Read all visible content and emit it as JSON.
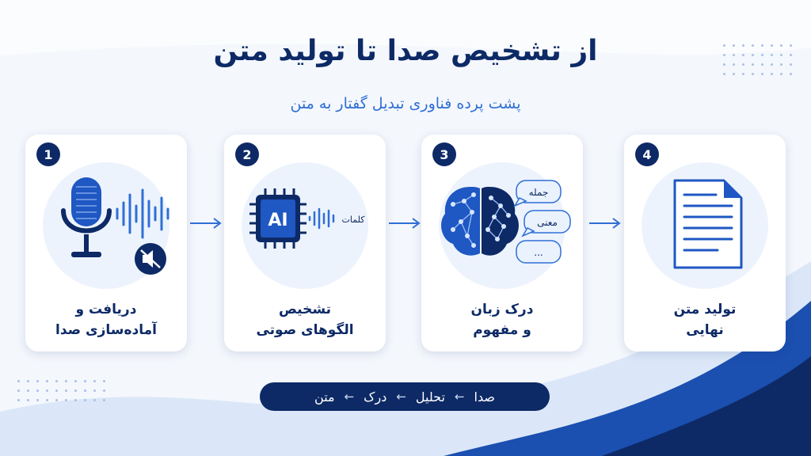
{
  "header": {
    "title": "از تشخیص صدا تا تولید متن",
    "subtitle": "پشت پرده فناوری تبدیل گفتار به متن"
  },
  "steps": [
    {
      "number": "1",
      "label_line1": "دریافت و",
      "label_line2": "آماده‌سازی صدا",
      "icon": "microphone-icon"
    },
    {
      "number": "2",
      "label_line1": "تشخیص",
      "label_line2": "الگوهای صوتی",
      "icon": "ai-chip-icon",
      "chip_text": "AI",
      "chip_caption": "کلمات"
    },
    {
      "number": "3",
      "label_line1": "درک زبان",
      "label_line2": "و مفهوم",
      "icon": "brain-icon",
      "bubbles": [
        "جمله",
        "معنی",
        "..."
      ]
    },
    {
      "number": "4",
      "label_line1": "تولید متن",
      "label_line2": "نهایی",
      "icon": "document-icon"
    }
  ],
  "flow": {
    "items": [
      "صدا",
      "تحلیل",
      "درک",
      "متن"
    ],
    "separator": "←"
  },
  "colors": {
    "navy": "#0d2a66",
    "blue": "#2f6fd6",
    "light_blue": "#edf3fc"
  }
}
